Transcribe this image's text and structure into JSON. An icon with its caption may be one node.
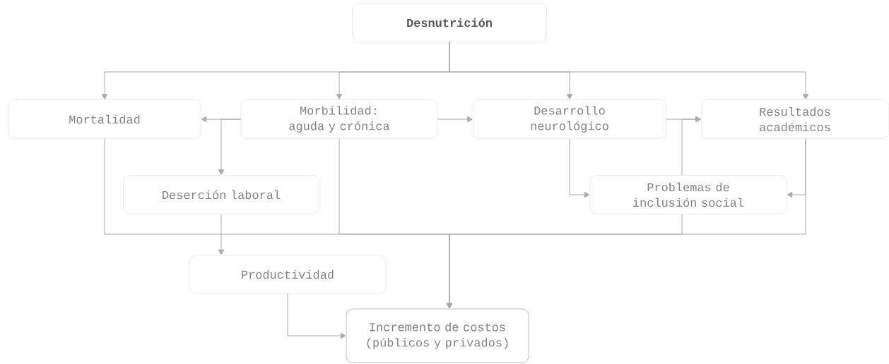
{
  "diagram": {
    "nodes": [
      {
        "text": [
          "Desnutrición"
        ]
      },
      {
        "text": [
          "Mortalidad"
        ]
      },
      {
        "text": [
          "Morbilidad: aguda y crónica"
        ]
      },
      {
        "text": [
          "Desarrollo neurológico"
        ]
      },
      {
        "text": [
          "Resultados académicos"
        ]
      },
      {
        "text": [
          "Deserción laboral"
        ]
      },
      {
        "text": [
          "Problemas de inclusión social"
        ]
      },
      {
        "text": [
          "Productividad"
        ]
      },
      {
        "text": [
          "Incremento de costos (públicos y privados)"
        ]
      }
    ],
    "edges": [
      {
        "from": 0,
        "to": 1,
        "arrow": "to"
      },
      {
        "from": 0,
        "to": 2,
        "arrow": "to"
      },
      {
        "from": 0,
        "to": 3,
        "arrow": "to"
      },
      {
        "from": 0,
        "to": 4,
        "arrow": "to"
      },
      {
        "from": 2,
        "to": 1,
        "arrow": "to"
      },
      {
        "from": 2,
        "to": 5,
        "arrow": "to"
      },
      {
        "from": 2,
        "to": 3,
        "arrow": "to"
      },
      {
        "from": 3,
        "to": 4,
        "arrow": "to"
      },
      {
        "from": 6,
        "to": 4,
        "arrow": "to"
      },
      {
        "from": 3,
        "to": 6,
        "arrow": "to"
      },
      {
        "from": 4,
        "to": 6,
        "arrow": "to"
      },
      {
        "from": 5,
        "to": 7,
        "arrow": "to"
      },
      {
        "from": 7,
        "to": 8,
        "arrow": "to"
      },
      {
        "from": 1,
        "to": 8,
        "arrow": "to"
      },
      {
        "from": 2,
        "to": 8,
        "arrow": "to"
      },
      {
        "from": 6,
        "to": 8,
        "arrow": "to"
      },
      {
        "from": 4,
        "to": 8,
        "arrow": "to"
      }
    ]
  }
}
